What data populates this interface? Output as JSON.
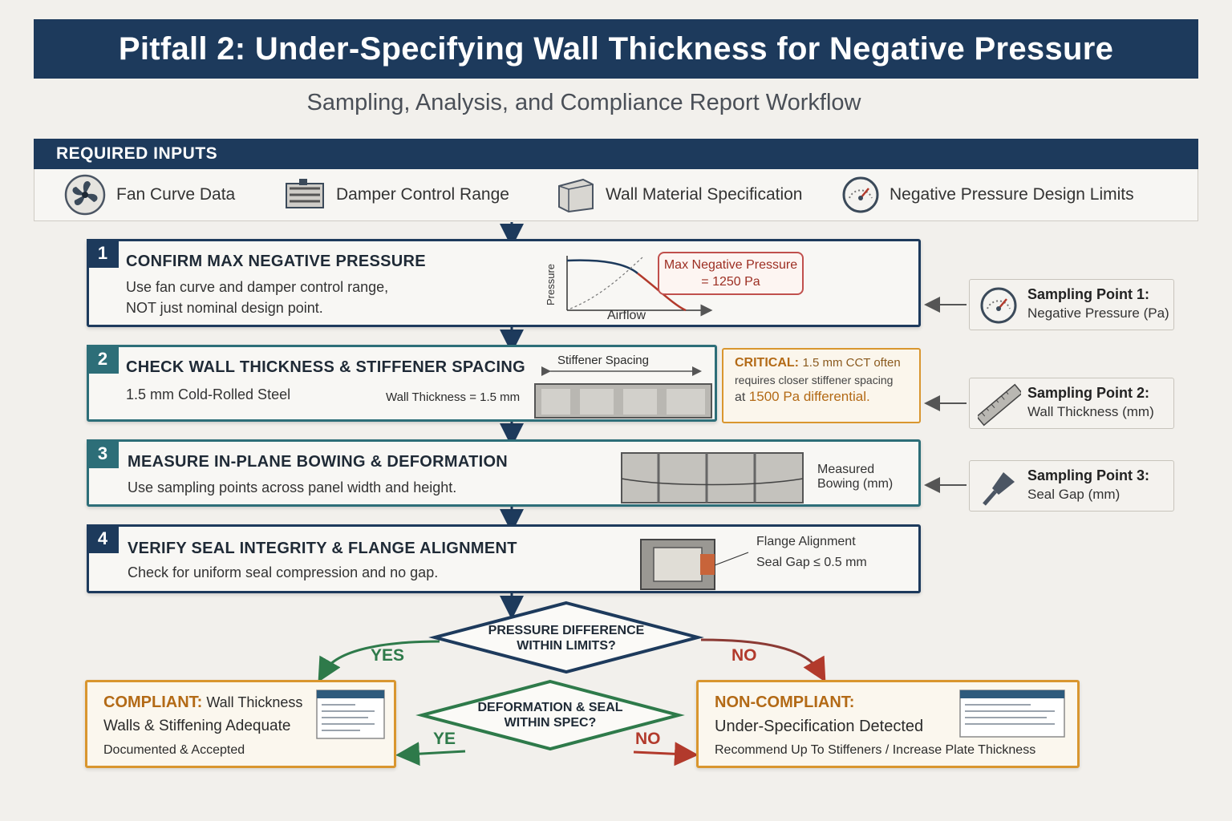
{
  "title": "Pitfall 2: Under-Specifying Wall Thickness for Negative Pressure",
  "subtitle": "Sampling, Analysis, and Compliance Report Workflow",
  "inputs": {
    "header": "REQUIRED INPUTS",
    "items": [
      {
        "label": "Fan Curve Data",
        "icon": "fan-icon"
      },
      {
        "label": "Damper Control Range",
        "icon": "damper-icon"
      },
      {
        "label": "Wall Material Specification",
        "icon": "wall-panel-icon"
      },
      {
        "label": "Negative Pressure Design Limits",
        "icon": "gauge-icon"
      }
    ]
  },
  "steps": [
    {
      "num": "1",
      "title": "CONFIRM MAX NEGATIVE PRESSURE",
      "line1": "Use fan curve and damper control range,",
      "line2": "NOT just nominal design point."
    },
    {
      "num": "2",
      "title": "CHECK WALL THICKNESS & STIFFENER SPACING",
      "line1": "1.5 mm Cold-Rolled Steel",
      "line2": ""
    },
    {
      "num": "3",
      "title": "MEASURE IN-PLANE BOWING & DEFORMATION",
      "line1": "Use sampling points across panel width and height.",
      "line2": ""
    },
    {
      "num": "4",
      "title": "VERIFY SEAL INTEGRITY & FLANGE ALIGNMENT",
      "line1": "Check for uniform seal compression and no gap.",
      "line2": ""
    }
  ],
  "figure1": {
    "ylabel": "Pressure",
    "xlabel": "Airflow",
    "callout_line1": "Max Negative Pressure",
    "callout_line2": "= 1250 Pa"
  },
  "figure2": {
    "spacing_label": "Stiffener Spacing",
    "thickness_label": "Wall Thickness = 1.5 mm"
  },
  "figure3": {
    "label_line1": "Measured",
    "label_line2": "Bowing (mm)"
  },
  "figure4": {
    "label1": "Flange Alignment",
    "label2": "Seal Gap ≤ 0.5 mm"
  },
  "critical": {
    "lead": "CRITICAL:",
    "line1": "1.5 mm CCT often",
    "line2": "requires closer stiffener spacing",
    "line3_a": "at",
    "line3_b": "1500 Pa differential."
  },
  "sampling_points": [
    {
      "title": "Sampling Point 1:",
      "sub": "Negative Pressure (Pa)",
      "icon": "gauge-icon"
    },
    {
      "title": "Sampling Point 2:",
      "sub": "Wall Thickness (mm)",
      "icon": "ruler-icon"
    },
    {
      "title": "Sampling Point 3:",
      "sub": "Seal Gap (mm)",
      "icon": "feeler-gauge-icon"
    }
  ],
  "decision1": {
    "line1": "PRESSURE DIFFERENCE",
    "line2": "WITHIN LIMITS?",
    "yes": "YES",
    "no": "NO"
  },
  "decision2": {
    "line1": "DEFORMATION & SEAL",
    "line2": "WITHIN SPEC?",
    "yes": "YE",
    "no": "NO"
  },
  "compliant": {
    "lead": "COMPLIANT:",
    "line1": "Wall Thickness",
    "line2": "Walls & Stiffening  Adequate",
    "line3": "Documented & Accepted"
  },
  "noncompliant": {
    "lead": "NON-COMPLIANT:",
    "line1": "Under-Specification Detected",
    "line2": "Recommend Up To Stiffeners / Increase Plate Thickness"
  },
  "colors": {
    "navy": "#1d3a5c",
    "teal": "#2d6e78",
    "amber": "#d9962f",
    "green": "#2e7a4a",
    "red": "#b23a2c"
  }
}
